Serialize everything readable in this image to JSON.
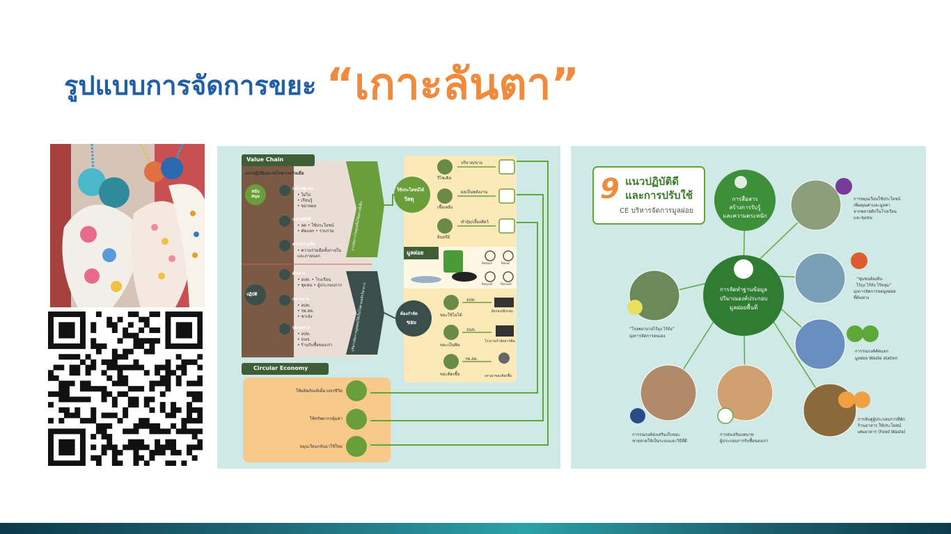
{
  "slide": {
    "title_main": "รูปแบบการจัดการขยะ",
    "title_accent": "“เกาะลันตา”"
  },
  "left_infographic": {
    "value_chain_label": "Value Chain",
    "subtitle": "แนวปฏิบัติและกลไกความร่วมมือ",
    "support_label": "สนับ\nสนุน",
    "practice_label": "ปฏิบัติ",
    "support_items": [
      {
        "title": "กลไกชุมชน",
        "lines": [
          "• ไม่ไป",
          "• เรียนรู้",
          "• ขยายผล"
        ]
      },
      {
        "title": "แนวปฏิบัติ",
        "lines": [
          "• ลด   • ใช้ประโยชน์",
          "• คัดแยก  • รวบรวม"
        ]
      },
      {
        "title": "ความร่วมมือ",
        "lines": [
          "• ความร่วมมือทั้งภายใน",
          "  และภายนอก"
        ]
      }
    ],
    "practice_items": [
      {
        "title": "ต้นทาง",
        "lines": [
          "• อปท.   • โรงเรียน",
          "• ชุมชน   • ผู้ประกอบการ"
        ]
      },
      {
        "title": "กลางทาง",
        "lines": [
          "• อปท.",
          "• รพ.สต.",
          "• ซาเล้ง"
        ]
      },
      {
        "title": "ปลายทาง",
        "lines": [
          "• อปท.",
          "• ธนข.",
          "• ร้านรับซื้อของเก่า"
        ]
      }
    ],
    "arrow_top_text": "การจัดการวัสดุเหลือใช้อย่างยั่งยืน",
    "arrow_bottom_text": "บริหารจัดการมูลฝอยให้เป็นไปตามหลักวิชาการ",
    "useful_label": "ใช้ประโยชน์ได้",
    "material_label": "วัสดุ",
    "useful_rows": [
      {
        "name": "รีไซเคิล",
        "note": "บริจาค/ขาย"
      },
      {
        "name": "เชื้อเพลิง",
        "note": "ผลเป็นพลังงาน"
      },
      {
        "name": "อินทรีย์",
        "note": "ทำปุ๋ย/เลี้ยงสัตว์"
      }
    ],
    "waste_label": "มูลฝอย",
    "r_labels": [
      "Reduce",
      "Reuse",
      "Recycle",
      "Recover"
    ],
    "dispose_label": "ต้องกำจัด",
    "trash_label": "ขยะ",
    "dispose_rows": [
      {
        "name": "ขยะใช้ไม่ได้",
        "agency": "อปท.",
        "dest": "ฝังกลบ/ฝังกลบ"
      },
      {
        "name": "ขยะเป็นพิษ",
        "agency": "ธนข.",
        "dest": "โรงงานกำจัดสารพิษ"
      },
      {
        "name": "ขยะติดเชื้อ",
        "agency": "รพ.สต.",
        "dest": "เตาเผาขยะติดเชื้อ"
      }
    ],
    "circular_label": "Circular Economy",
    "circular_items": [
      "ใช้ผลิตภัณฑ์เต็มวงจรชีวิต",
      "ใช้ทรัพยากรคุ้มค่า",
      "หมุนเวียนกลับมาใช้ใหม่"
    ]
  },
  "right_infographic": {
    "title_number": "9",
    "title_line1": "แนวปฏิบัติดี",
    "title_line2": "และการปรับใช้",
    "title_line3": "CE บริหารจัดการมูลฝอย",
    "center_lines": [
      "การจัดทำฐานข้อมูล",
      "ปริมาณองค์ประกอบ",
      "มูลฝอยพื้นที่"
    ],
    "top_node_lines": [
      "การสื่อสาร",
      "สร้างการรับรู้",
      "และความตระหนัก"
    ],
    "nodes": [
      {
        "lines": [
          "การหมุนเวียนใช้ประโยชน์",
          "เพิ่มคุณค่าและมูลค่า",
          "จากพลาสติกในโรงเรียน",
          "และชุมชน"
        ]
      },
      {
        "lines": [
          "“ชุมชนท้องถิ่น",
          "ไร้ถุง ไร้ถัง ไร้หลุม”",
          "มุ่งการจัดการลดมูลฝอย",
          "ที่ต้นทาง"
        ]
      },
      {
        "lines": [
          "การรณรงค์คัดแยก",
          "มูลฝอย Waste station"
        ]
      },
      {
        "lines": [
          "การจับคู่ผู้ประกอบการที่พัก",
          "ร้านอาหาร ใช้ประโยชน์",
          "เศษอาหาร (Food Waste)"
        ]
      },
      {
        "lines": [
          "การส่งเสริมบทบาท",
          "ผู้ประกอบการรับซื้อของเก่า"
        ]
      },
      {
        "lines": [
          "การรณรงค์ส่งเสริมเก็บขยะ",
          "ชายหาดให้เป็นระบบและวิธีที่ดี"
        ]
      },
      {
        "lines": [
          "“โรงพยาบาลไร้ถุง ไร้ถัง”",
          "มุ่งการจัดการตนเอง"
        ]
      }
    ]
  },
  "colors": {
    "title_blue": "#1f5fa8",
    "title_orange": "#f08a3c",
    "green_dark": "#3f7d2e",
    "green": "#5ea83a",
    "panel_bg": "#cfeae6"
  }
}
